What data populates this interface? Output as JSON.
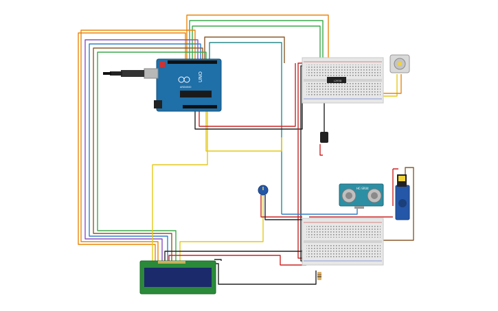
{
  "colors": {
    "orange": "#e8850c",
    "green": "#3aa84a",
    "red": "#cc2222",
    "black": "#222222",
    "yellow": "#e3c919",
    "blue": "#2f7fc9",
    "brown": "#8a5a2b",
    "purple": "#8a4fc0",
    "board": "#1f6fa8",
    "breadboard": "#e7e7e7",
    "lcd": "#2a8a3a",
    "lcd_screen": "#1b2a6b",
    "servo": "#2557a8",
    "sonar": "#2d8fa3"
  },
  "components": {
    "arduino": {
      "brand_text": "UNO",
      "sub_text": "ARDUINO"
    },
    "ultrasonic": {
      "label": "HC-SR04"
    },
    "ic": {
      "label": "L293D"
    },
    "lcd": {
      "label": ""
    },
    "motor": {
      "label": ""
    },
    "transistor": {
      "label": ""
    }
  }
}
